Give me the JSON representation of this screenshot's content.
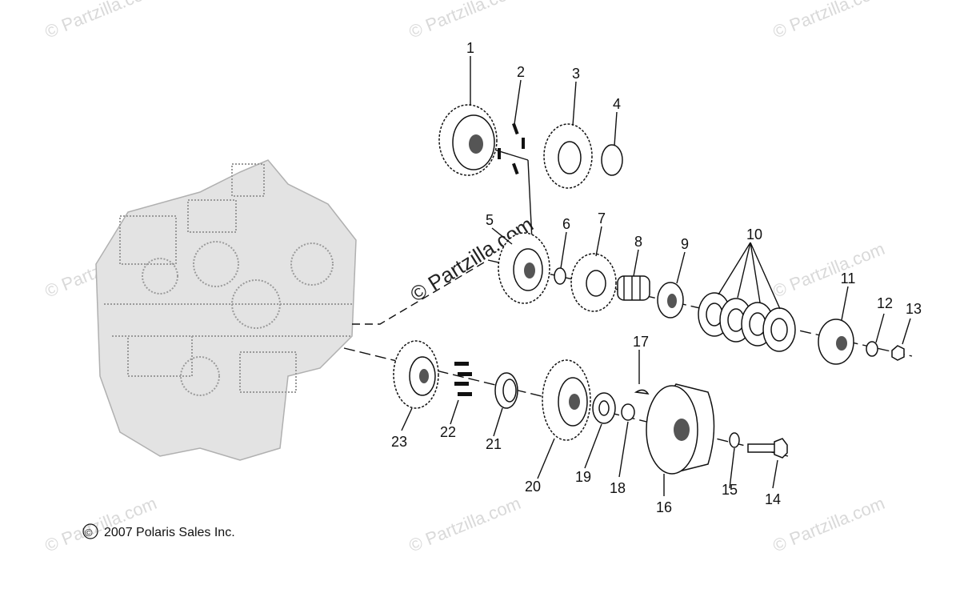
{
  "watermark": "© Partzilla.com",
  "center_watermark": "© Partzilla.com",
  "copyright": "2007 Polaris Sales Inc.",
  "copyright_symbol": "©",
  "callouts": [
    "1",
    "2",
    "3",
    "4",
    "5",
    "6",
    "7",
    "8",
    "9",
    "10",
    "11",
    "12",
    "13",
    "14",
    "15",
    "16",
    "17",
    "18",
    "19",
    "20",
    "21",
    "22",
    "23"
  ]
}
